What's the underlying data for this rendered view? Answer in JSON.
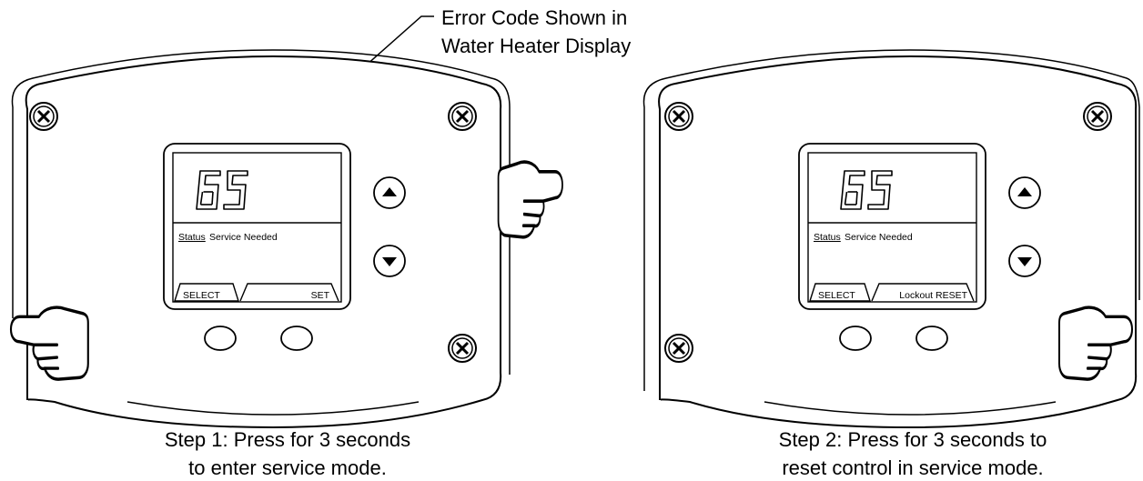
{
  "annotation": {
    "line1": "Error Code Shown in",
    "line2": "Water Heater Display"
  },
  "panels": [
    {
      "error_code": "65",
      "status_label": "Status",
      "status_text": "Service Needed",
      "left_softkey_label": "SELECT",
      "right_softkey_label": "SET",
      "caption_line1": "Step 1: Press for 3 seconds",
      "caption_line2": "to enter service mode."
    },
    {
      "error_code": "65",
      "status_label": "Status",
      "status_text": "Service Needed",
      "left_softkey_label": "SELECT",
      "right_softkey_label": "Lockout RESET",
      "caption_line1": "Step 2: Press for 3 seconds to",
      "caption_line2": "reset control in service mode."
    }
  ]
}
